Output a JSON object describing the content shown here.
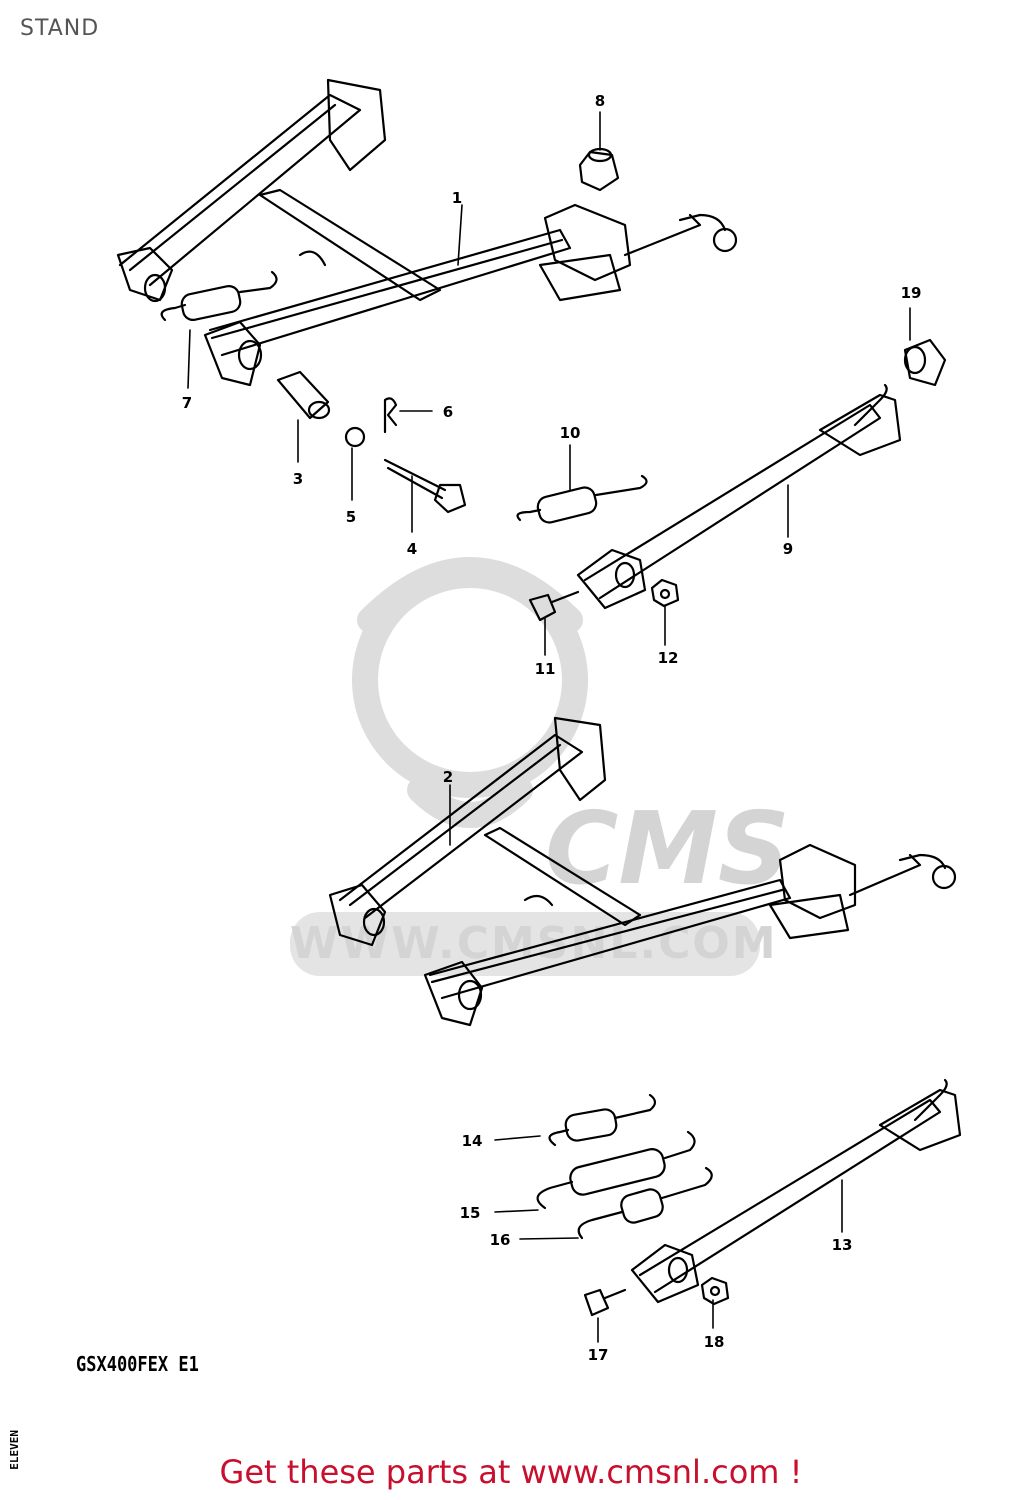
{
  "header": {
    "title": "STAND"
  },
  "footer": {
    "text": "Get these parts at www.cmsnl.com !"
  },
  "diagram": {
    "model_code": "GSX400FEX E1",
    "corner_mark": "ELEVEN",
    "watermark": {
      "brand": "CMS",
      "url": "WWW.CMSNL.COM"
    },
    "callouts": [
      "1",
      "2",
      "3",
      "4",
      "5",
      "6",
      "7",
      "8",
      "9",
      "10",
      "11",
      "12",
      "13",
      "14",
      "15",
      "16",
      "17",
      "18",
      "19"
    ]
  },
  "colors": {
    "footer_text": "#c8102e",
    "line_art": "#000000",
    "watermark": "#d4d4d4"
  }
}
